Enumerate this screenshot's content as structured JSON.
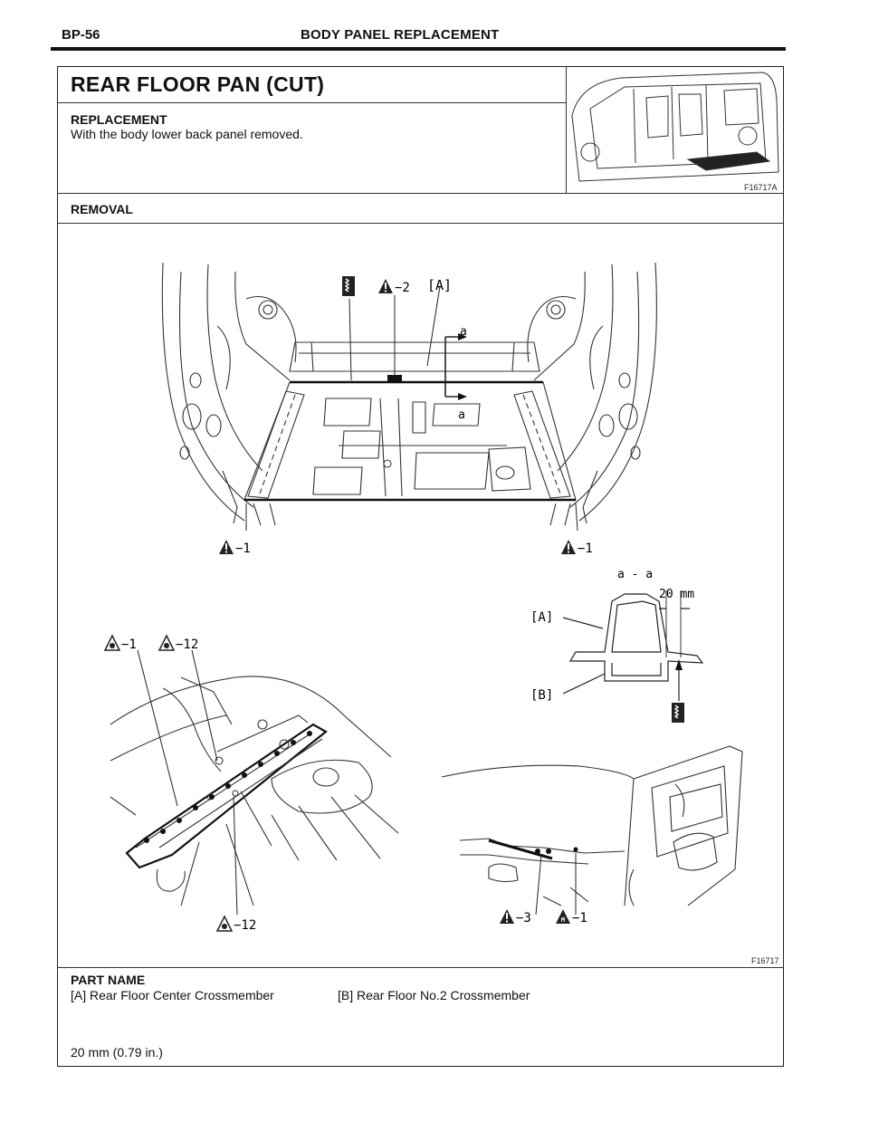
{
  "header": {
    "page_no": "BP-56",
    "title": "BODY PANEL REPLACEMENT"
  },
  "section": {
    "title": "REAR FLOOR PAN (CUT)",
    "subtitle": "REPLACEMENT",
    "note": "With the body lower back panel removed.",
    "top_figure_code": "F16717A"
  },
  "removal": {
    "heading": "REMOVAL",
    "figure_code": "F16717",
    "labels": {
      "a_bracket": "[A]",
      "b_bracket": "[B]",
      "cut_a": "a",
      "section_aa": "a - a",
      "dim": "20 mm",
      "w2": "−2",
      "w1_left": "−1",
      "w1_right": "−1",
      "s1": "−1",
      "s12_top": "−12",
      "s12_bottom": "−12",
      "w3": "−3",
      "m1": "−1"
    }
  },
  "parts": {
    "heading": "PART NAME",
    "a": "[A]    Rear Floor Center Crossmember",
    "b": "[B]    Rear Floor No.2 Crossmember",
    "measure": "20 mm (0.79 in.)"
  }
}
